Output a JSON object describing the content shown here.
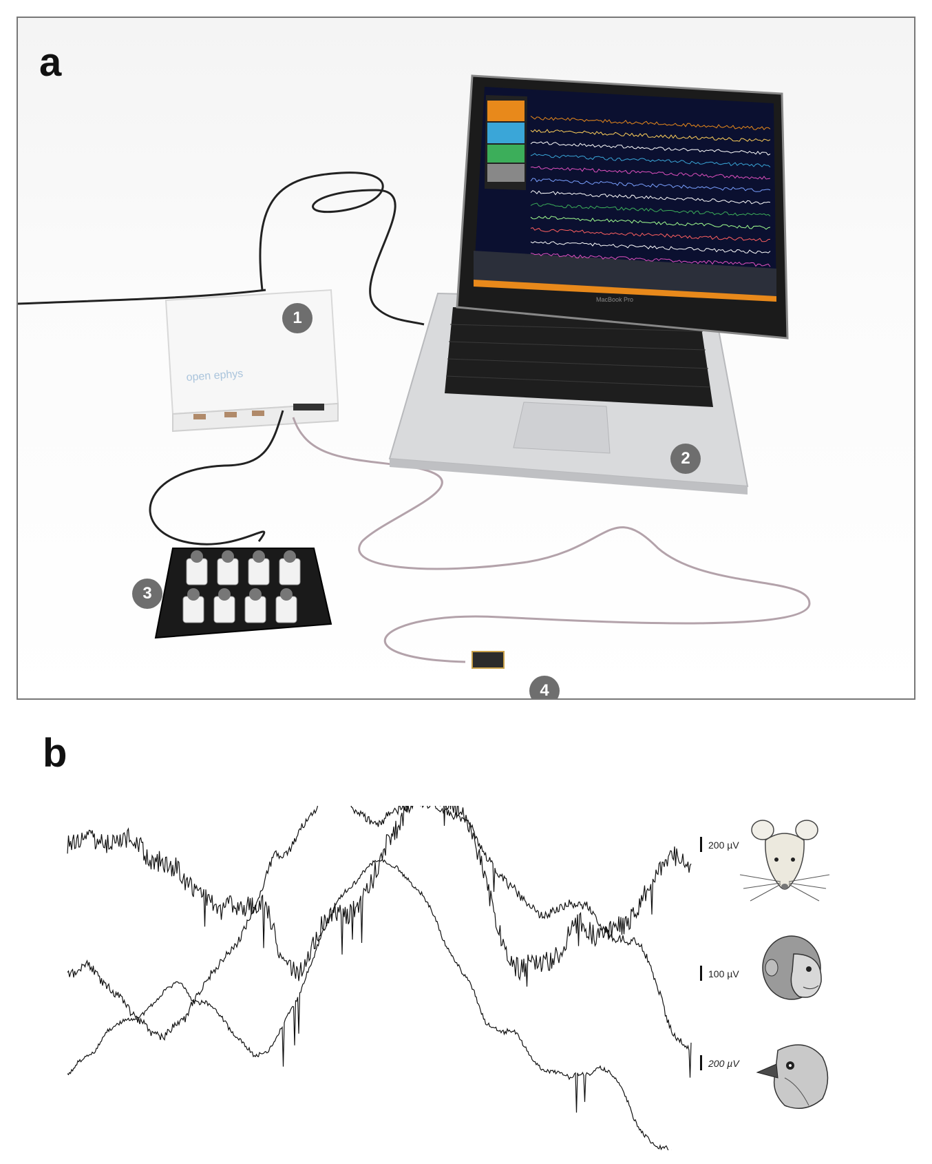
{
  "figure": {
    "panel_a_label": "a",
    "panel_b_label": "b"
  },
  "photo": {
    "markers": [
      "1",
      "2",
      "3",
      "4"
    ],
    "laptop_label": "MacBook Pro"
  },
  "recordings": [
    {
      "species_icon": "mouse-icon",
      "scale_label": "200 µV"
    },
    {
      "species_icon": "monkey-icon",
      "scale_label": "100 µV"
    },
    {
      "species_icon": "bird-icon",
      "scale_label": "200 µV"
    }
  ],
  "colors": {
    "trace": "#111111",
    "marker": "#6e6e6e",
    "frame": "#777777",
    "screen_bg": "#0b1030",
    "ui_orange": "#e8891b"
  }
}
